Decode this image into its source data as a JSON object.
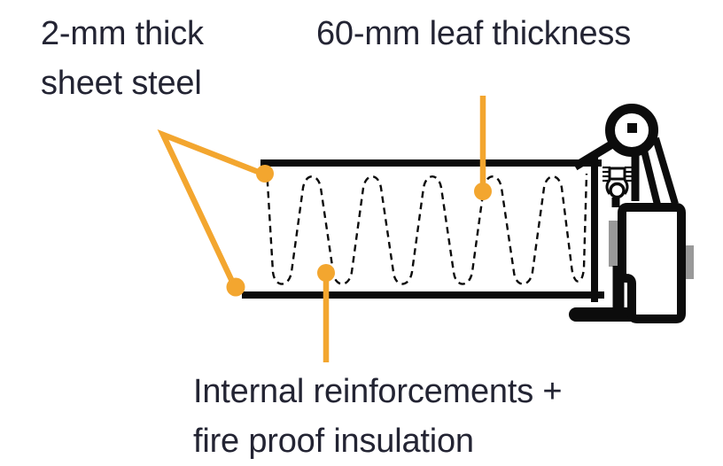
{
  "labels": {
    "sheet_steel_line1": "2-mm thick",
    "sheet_steel_line2": "sheet steel",
    "leaf_thickness": "60-mm leaf thickness",
    "insulation_line1": "Internal reinforcements +",
    "insulation_line2": "fire proof insulation"
  },
  "colors": {
    "callout_orange": "#F3A62F",
    "line_black": "#0C0C0C",
    "seal_gray": "#999999",
    "text_dark": "#232433",
    "background": "#FFFFFF"
  },
  "icons": {
    "door_leaf": "door-leaf-section-icon",
    "insulation_wave": "insulation-wave-icon",
    "door_closer": "door-closer-mechanism-icon",
    "pulley": "pulley-wheel-icon",
    "frame": "door-frame-profile-icon",
    "latch": "latch-spring-icon",
    "seals": "seal-pad-icon",
    "callouts": "callout-leader-icon"
  }
}
